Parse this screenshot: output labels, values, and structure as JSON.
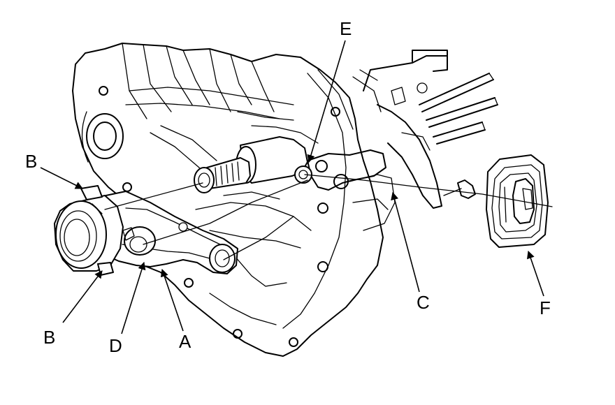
{
  "callouts": {
    "a": "A",
    "b_top": "B",
    "b_bottom": "B",
    "c": "C",
    "d": "D",
    "e": "E",
    "f": "F"
  },
  "colors": {
    "line": "#000000",
    "background": "#ffffff"
  }
}
